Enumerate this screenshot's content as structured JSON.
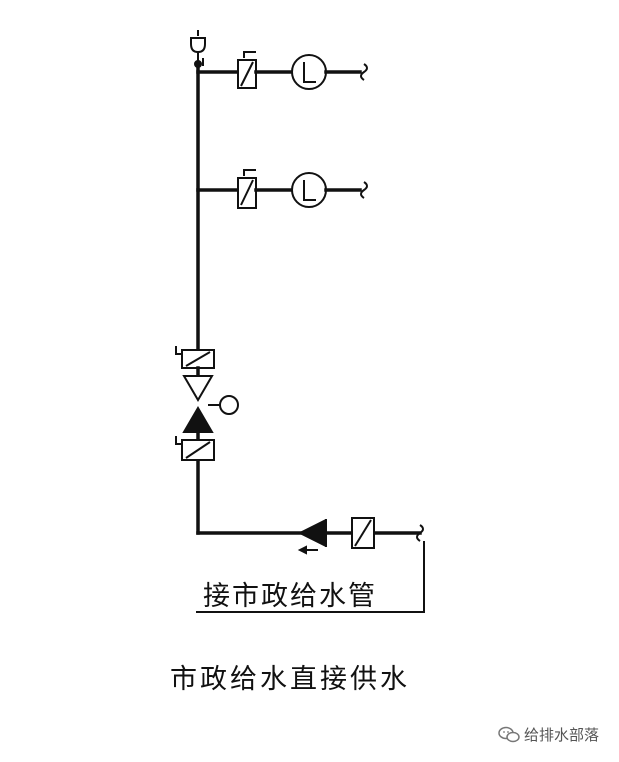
{
  "labels": {
    "pipe_label": "接市政给水管",
    "caption": "市政给水直接供水"
  },
  "watermark": {
    "text": "给排水部落",
    "icon": "chat-bubbles-icon"
  },
  "colors": {
    "line": "#111111",
    "background": "#ffffff",
    "watermark": "#555555"
  }
}
